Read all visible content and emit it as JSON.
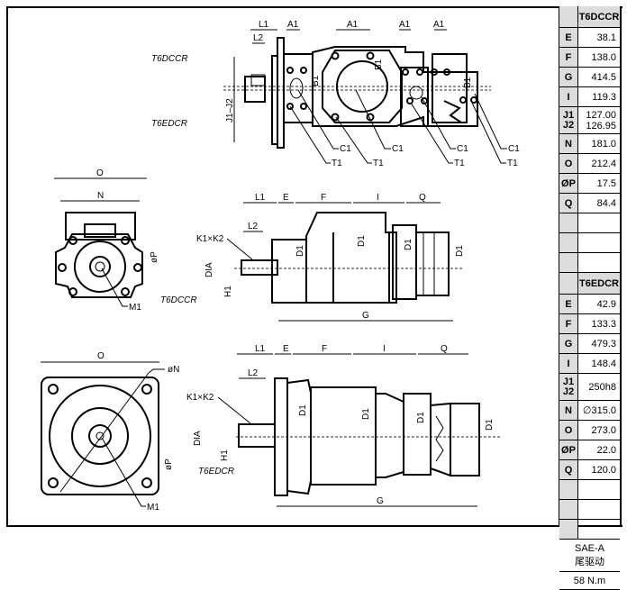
{
  "drawing": {
    "model_labels": {
      "top_upper": "T6DCCR",
      "top_lower": "T6EDCR",
      "mid_side": "T6DCCR",
      "bottom_side": "T6EDCR"
    },
    "dimension_labels": {
      "L1": "L1",
      "L2": "L2",
      "A1": "A1",
      "B1": "B1",
      "C1": "C1",
      "T1": "T1",
      "J1J2": "J1–J2",
      "O": "O",
      "N": "N",
      "phiN": "øN",
      "phiP": "øP",
      "M1": "M1",
      "E": "E",
      "F": "F",
      "I": "I",
      "Q": "Q",
      "G": "G",
      "D1": "D1",
      "DIA": "DIA",
      "H1": "H1",
      "K1K2": "K1×K2"
    }
  },
  "spec_table": {
    "t6dccr": {
      "header": "T6DCCR",
      "rows": [
        {
          "key": "E",
          "value": "38.1"
        },
        {
          "key": "F",
          "value": "138.0"
        },
        {
          "key": "G",
          "value": "414.5"
        },
        {
          "key": "I",
          "value": "119.3"
        },
        {
          "key": "J1",
          "key2": "J2",
          "value": "127.00",
          "value2": "126.95"
        },
        {
          "key": "N",
          "value": "181.0"
        },
        {
          "key": "O",
          "value": "212.4"
        },
        {
          "key": "ØP",
          "value": "17.5"
        },
        {
          "key": "Q",
          "value": "84.4"
        }
      ]
    },
    "t6edcr": {
      "header": "T6EDCR",
      "rows": [
        {
          "key": "E",
          "value": "42.9"
        },
        {
          "key": "F",
          "value": "133.3"
        },
        {
          "key": "G",
          "value": "479.3"
        },
        {
          "key": "I",
          "value": "148.4"
        },
        {
          "key": "J1",
          "key2": "J2",
          "value": "250h8"
        },
        {
          "key": "N",
          "value": "∅315.0"
        },
        {
          "key": "O",
          "value": "273.0"
        },
        {
          "key": "ØP",
          "value": "22.0"
        },
        {
          "key": "Q",
          "value": "120.0"
        }
      ]
    },
    "footer": {
      "drive_line1": "SAE-A",
      "drive_line2": "尾驱动",
      "torque": "58 N.m"
    }
  }
}
